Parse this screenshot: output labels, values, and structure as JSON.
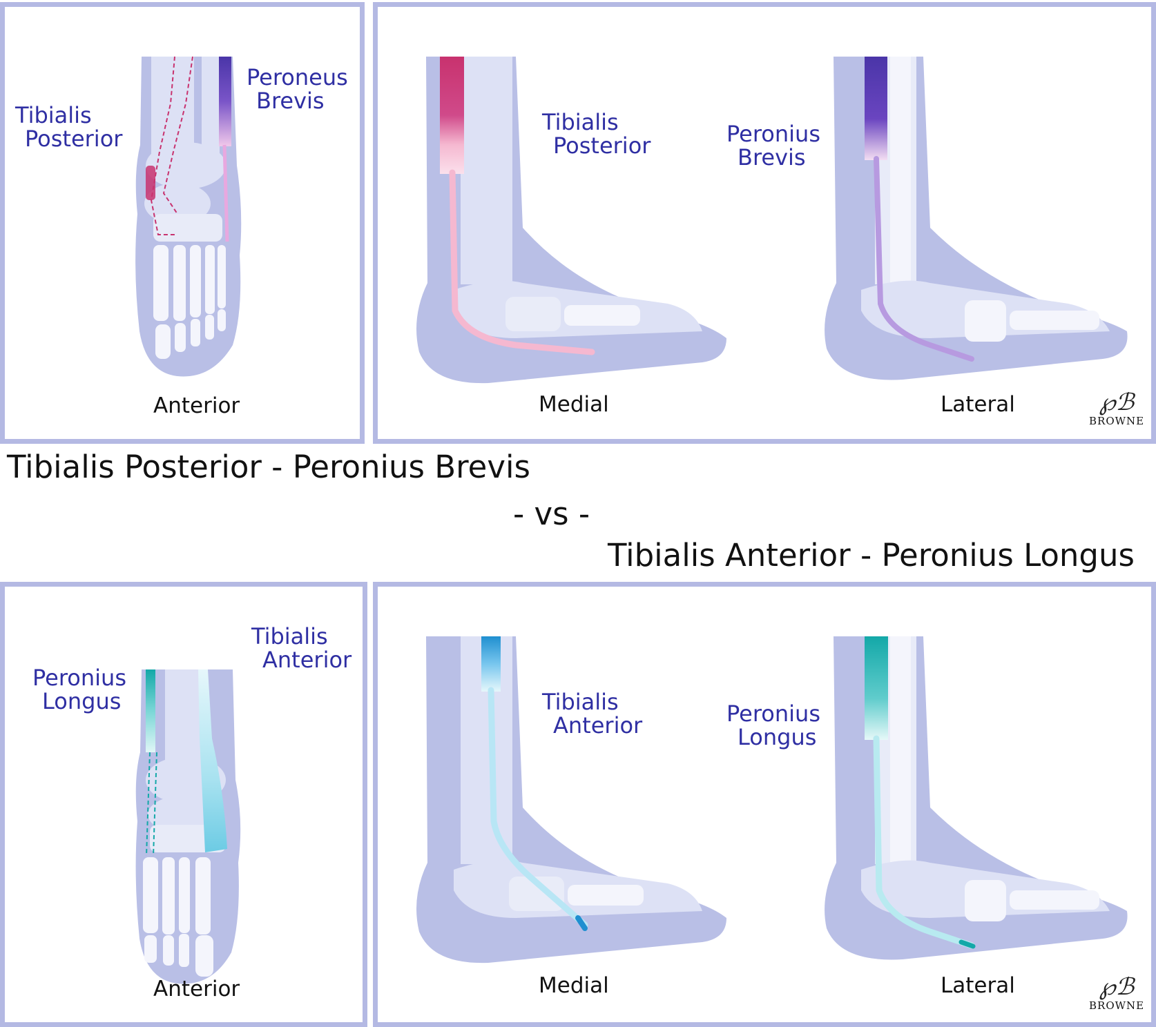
{
  "headings": {
    "line1": "Tibialis Posterior - Peronius Brevis",
    "line2": "- vs -",
    "line3": "Tibialis Anterior - Peronius Longus"
  },
  "top": {
    "anterior": {
      "label_left": [
        "Tibialis",
        "Posterior"
      ],
      "label_right": [
        "Peroneus",
        "Brevis"
      ],
      "view": "Anterior"
    },
    "medial": {
      "label": [
        "Tibialis",
        "Posterior"
      ],
      "view": "Medial"
    },
    "lateral": {
      "label": [
        "Peronius",
        "Brevis"
      ],
      "view": "Lateral"
    },
    "signature": {
      "mark": "℘ℬ",
      "name": "BROWNE"
    }
  },
  "bottom": {
    "anterior": {
      "label_left": [
        "Peronius",
        "Longus"
      ],
      "label_right": [
        "Tibialis",
        "Anterior"
      ],
      "view": "Anterior"
    },
    "medial": {
      "label": [
        "Tibialis",
        "Anterior"
      ],
      "view": "Medial"
    },
    "lateral": {
      "label": [
        "Peronius",
        "Longus"
      ],
      "view": "Lateral"
    },
    "signature": {
      "mark": "℘ℬ",
      "name": "BROWNE"
    }
  },
  "colors": {
    "panel_border": "#b4b9e3",
    "leg_fill": "#b9bfe6",
    "bone_light": "#dde1f5",
    "bone_white": "#f4f5fc",
    "label_blue": "#2f2fa3",
    "tibialis_posterior": "#c8326e",
    "peroneus_brevis": "#4a35a8",
    "tibialis_anterior": "#1f8fd0",
    "peronius_longus": "#13a8a8"
  }
}
